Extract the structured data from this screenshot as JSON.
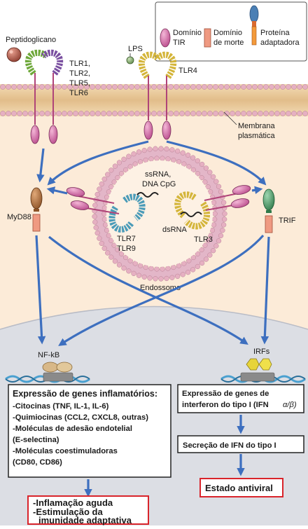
{
  "legend": {
    "tir": [
      "Domínio",
      "TIR"
    ],
    "death": [
      "Domínio",
      "de morte"
    ],
    "adaptor": [
      "Proteína",
      "adaptadora"
    ]
  },
  "ligands": {
    "peptidoglycan": "Peptidoglicano",
    "lps": "LPS"
  },
  "receptors": {
    "tlr_group": [
      "TLR1,",
      "TLR2,",
      "TLR5,",
      "TLR6"
    ],
    "tlr4": "TLR4",
    "tlr7_9": [
      "TLR7",
      "TLR9"
    ],
    "tlr3": "TLR3"
  },
  "membrane": [
    "Membrana",
    "plasmática"
  ],
  "endosome": {
    "label": "Endossomo",
    "ssrna": [
      "ssRNA,",
      "DNA CpG"
    ],
    "dsrna": "dsRNA"
  },
  "adaptors": {
    "myd88": "MyD88",
    "trif": "TRIF"
  },
  "transcription": {
    "nfkb": "NF-kB",
    "irfs": "IRFs"
  },
  "box_inflammatory": {
    "lines": [
      "Expressão de genes inflamatórios:",
      "-Citocinas (TNF, IL-1, IL-6)",
      "-Quimiocinas (CCL2, CXCL8, outras)",
      "-Moléculas de adesão endotelial",
      "(E-selectina)",
      "-Moléculas coestimuladoras",
      "(CD80, CD86)"
    ]
  },
  "box_interferon": {
    "lines": [
      "Expressão de genes de",
      "interferon do tipo I (IFN"
    ],
    "alpha_beta": "α/β)"
  },
  "box_secretion": "Secreção de IFN do tipo I",
  "outcome_inflammation": [
    "-Inflamação aguda",
    "-Estimulação da",
    "imunidade adaptativa"
  ],
  "outcome_antiviral": "Estado antiviral",
  "colors": {
    "cell": "#fcebd8",
    "membrane": "#e9c89a",
    "nucleus": "#dcdee4",
    "arrow": "#3d6fbf",
    "tir": "#cf6fa3",
    "death": "#ef9a82",
    "myd88": "#b0703e",
    "trif": "#4f9a6a",
    "outcome_border": "#d9242b"
  }
}
